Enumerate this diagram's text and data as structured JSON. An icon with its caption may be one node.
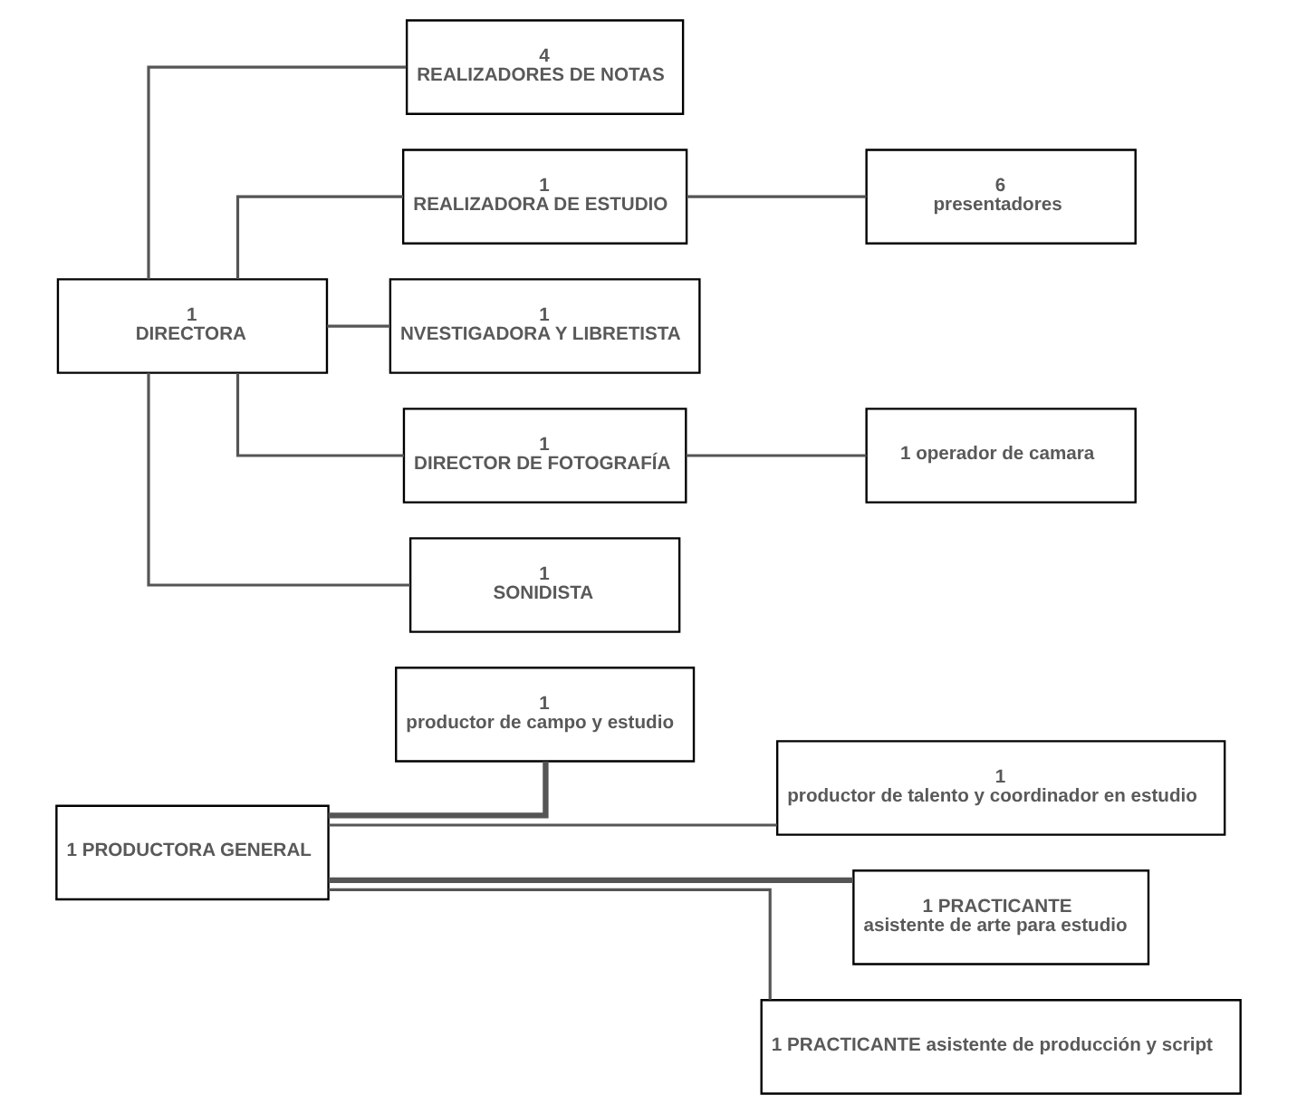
{
  "diagram": {
    "nodes": [
      {
        "text": [
          "1 PRODUCTORA GENERAL"
        ]
      },
      {
        "text": [
          "1",
          "productor de campo y estudio"
        ]
      },
      {
        "text": [
          "1",
          "productor de talento y coordinador en estudio"
        ]
      },
      {
        "text": [
          "1 PRACTICANTE",
          "asistente de arte para estudio"
        ]
      },
      {
        "text": [
          "1 PRACTICANTE asistente de producción y script"
        ]
      },
      {
        "text": [
          "1",
          "DIRECTORA"
        ]
      },
      {
        "text": [
          "4",
          "REALIZADORES DE NOTAS"
        ]
      },
      {
        "text": [
          "1",
          "REALIZADORA DE ESTUDIO"
        ]
      },
      {
        "text": [
          "6",
          "presentadores"
        ]
      },
      {
        "text": [
          "1",
          "NVESTIGADORA Y LIBRETISTA"
        ]
      },
      {
        "text": [
          "1",
          "DIRECTOR DE FOTOGRAFÍA"
        ]
      },
      {
        "text": [
          "1 operador de camara"
        ]
      },
      {
        "text": [
          "1",
          "SONIDISTA"
        ]
      }
    ],
    "edges": [
      {
        "from": 0,
        "to": 1,
        "arrow": "none",
        "style": "thick"
      },
      {
        "from": 0,
        "to": 2,
        "arrow": "none"
      },
      {
        "from": 0,
        "to": 3,
        "arrow": "none",
        "style": "thick"
      },
      {
        "from": 0,
        "to": 4,
        "arrow": "none"
      },
      {
        "from": 5,
        "to": 6,
        "arrow": "none"
      },
      {
        "from": 5,
        "to": 7,
        "arrow": "none"
      },
      {
        "from": 7,
        "to": 8,
        "arrow": "none"
      },
      {
        "from": 5,
        "to": 9,
        "arrow": "none"
      },
      {
        "from": 5,
        "to": 10,
        "arrow": "none"
      },
      {
        "from": 10,
        "to": 11,
        "arrow": "none"
      },
      {
        "from": 5,
        "to": 12,
        "arrow": "none"
      }
    ]
  }
}
